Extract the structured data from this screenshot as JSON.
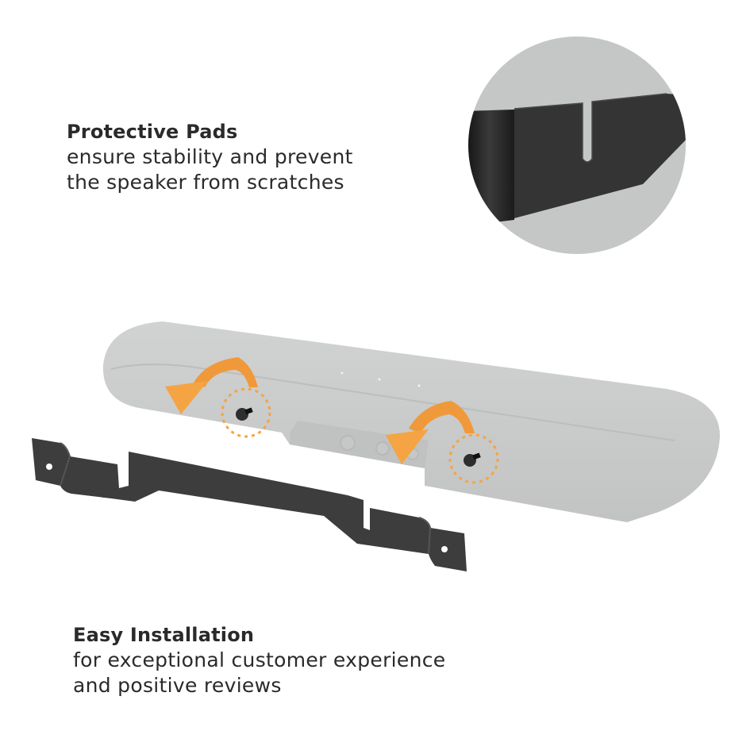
{
  "features": [
    {
      "title": "Protective Pads",
      "lines": [
        "ensure stability and prevent",
        "the speaker from scratches"
      ]
    },
    {
      "title": "Easy Installation",
      "lines": [
        "for exceptional customer experience",
        "and positive reviews"
      ]
    }
  ],
  "illustration": {
    "detail_circle": {
      "label": "protective-pad-closeup",
      "bg_color": "#c4c6c5",
      "bracket_color": "#333333"
    },
    "speaker": {
      "color": "#c8c9c9",
      "screws": 2
    },
    "arrows": {
      "color": "#f5a443",
      "count": 2
    },
    "bracket": {
      "color": "#3f3f3f",
      "mount_holes": 2,
      "keyhole_slots": 2
    }
  }
}
